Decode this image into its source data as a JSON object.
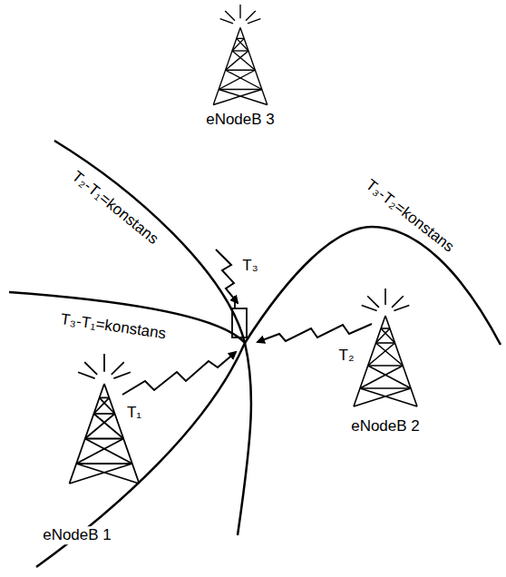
{
  "diagram": {
    "labels": [
      "eNodeB 3",
      "T₂-T₁=konstans",
      "T₃-T₂=konstans",
      "T₃",
      "T₃-T₁=konstans",
      "T₁",
      "T₂",
      "eNodeB 2",
      "eNodeB 1"
    ]
  }
}
